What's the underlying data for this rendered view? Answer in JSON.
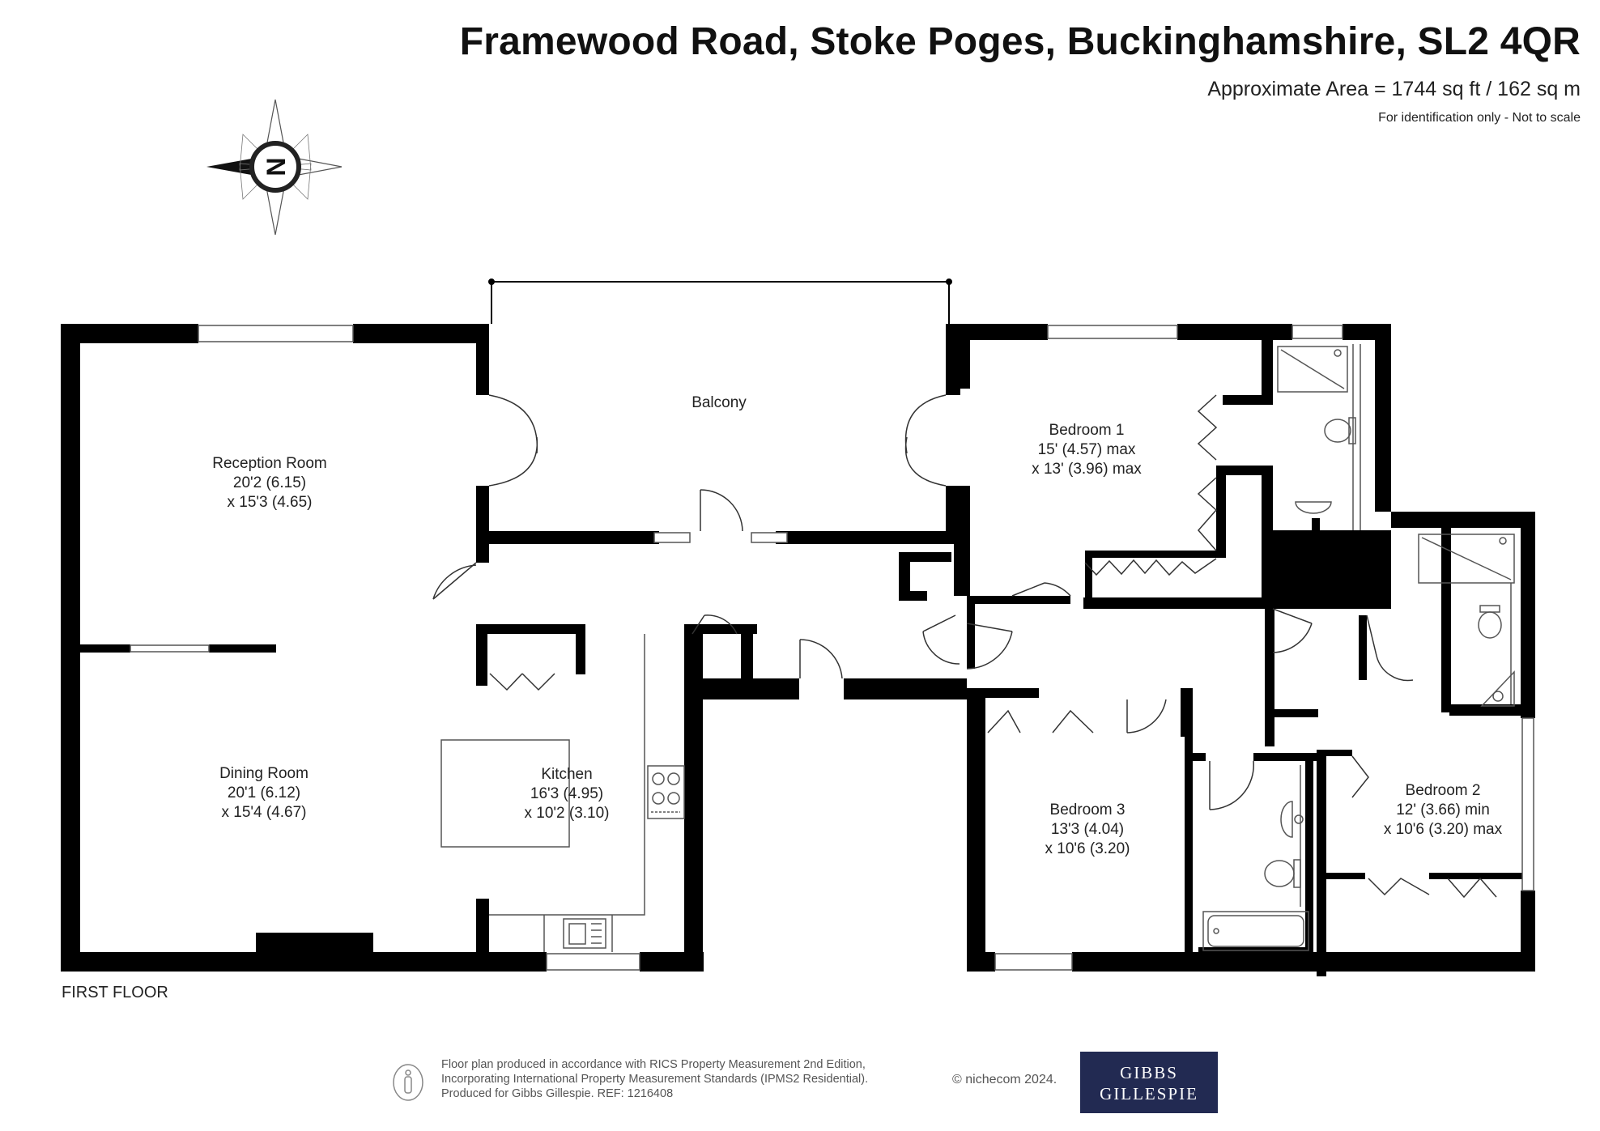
{
  "header": {
    "title": "Framewood Road, Stoke Poges, Buckinghamshire, SL2 4QR",
    "area": "Approximate Area = 1744 sq ft / 162 sq m",
    "disclaimer": "For identification only - Not to scale"
  },
  "compass": {
    "letter": "N",
    "icon": "compass-icon"
  },
  "floor": {
    "label": "FIRST FLOOR"
  },
  "rooms": {
    "reception": {
      "name": "Reception Room",
      "dim1": "20'2 (6.15)",
      "dim2": "x 15'3 (4.65)"
    },
    "dining": {
      "name": "Dining Room",
      "dim1": "20'1 (6.12)",
      "dim2": "x 15'4 (4.67)"
    },
    "balcony": {
      "name": "Balcony"
    },
    "kitchen": {
      "name": "Kitchen",
      "dim1": "16'3 (4.95)",
      "dim2": "x 10'2 (3.10)"
    },
    "bedroom1": {
      "name": "Bedroom 1",
      "dim1": "15' (4.57) max",
      "dim2": "x 13' (3.96) max"
    },
    "bedroom2": {
      "name": "Bedroom 2",
      "dim1": "12' (3.66) min",
      "dim2": "x 10'6 (3.20) max"
    },
    "bedroom3": {
      "name": "Bedroom 3",
      "dim1": "13'3 (4.04)",
      "dim2": "x 10'6 (3.20)"
    }
  },
  "footer": {
    "line1": "Floor plan produced in accordance with RICS Property Measurement 2nd Edition,",
    "line2": "Incorporating International Property Measurement Standards (IPMS2 Residential).",
    "line3": "Produced for Gibbs Gillespie.   REF:  1216408",
    "copyright": "© nichecom 2024.",
    "logo_line1": "GIBBS",
    "logo_line2": "GILLESPIE",
    "logo_color": "#222a52"
  },
  "colors": {
    "wall": "#000000",
    "fixture": "#444444"
  }
}
